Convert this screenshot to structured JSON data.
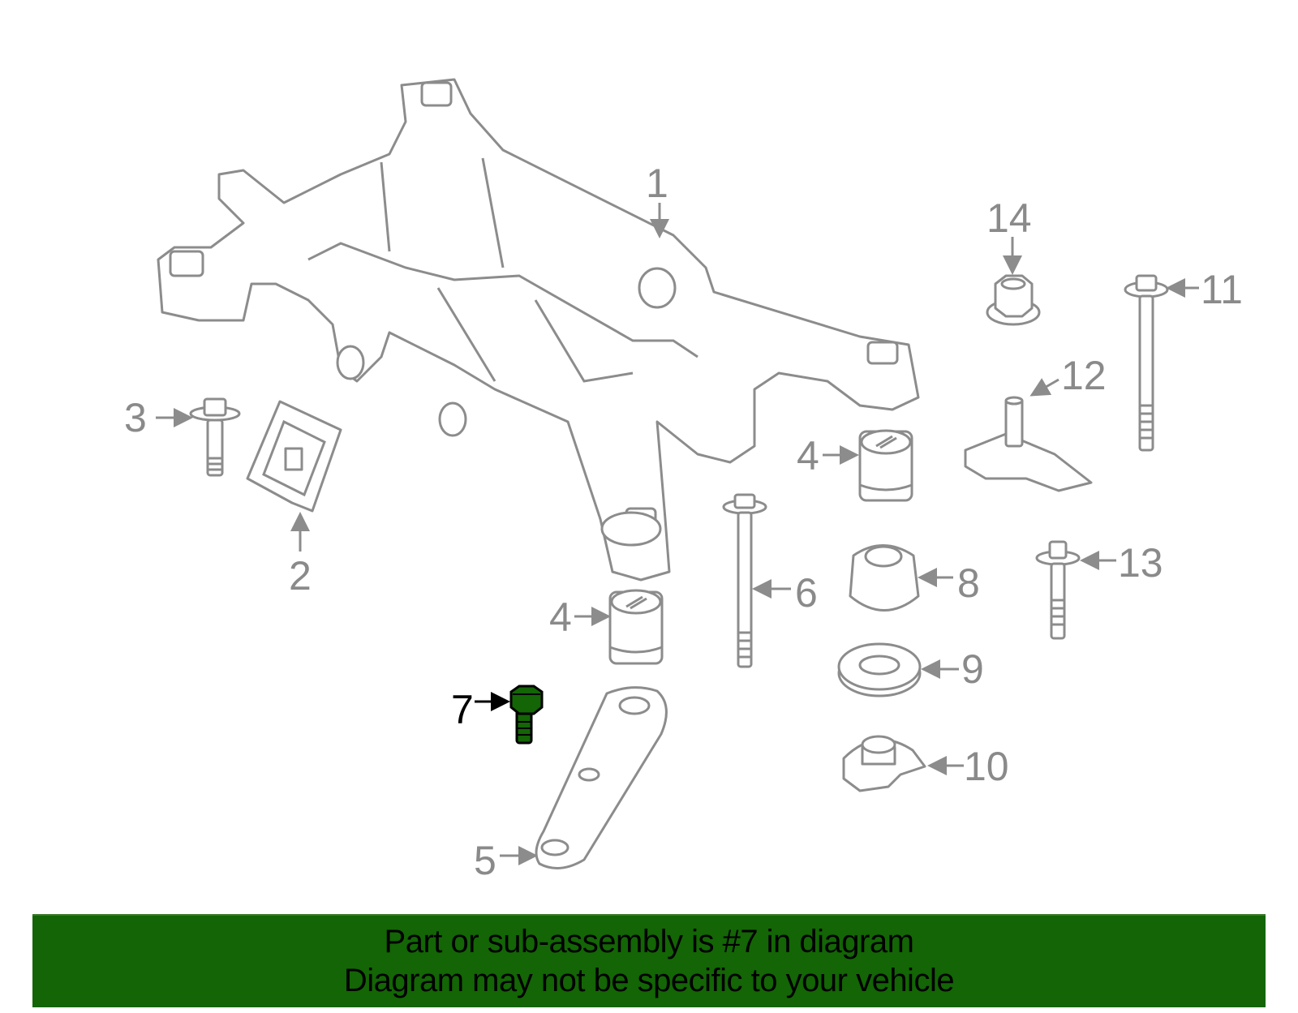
{
  "callouts": {
    "c1": "1",
    "c2": "2",
    "c3": "3",
    "c4a": "4",
    "c4b": "4",
    "c5": "5",
    "c6": "6",
    "c7": "7",
    "c8": "8",
    "c9": "9",
    "c10": "10",
    "c11": "11",
    "c12": "12",
    "c13": "13",
    "c14": "14"
  },
  "highlighted_part": "7",
  "colors": {
    "highlight": "#136505",
    "outline": "#8c8c8c",
    "banner": "#136505"
  },
  "banner": {
    "line1": "Part or sub-assembly is #7 in diagram",
    "line2": "Diagram may not be specific to your vehicle"
  }
}
